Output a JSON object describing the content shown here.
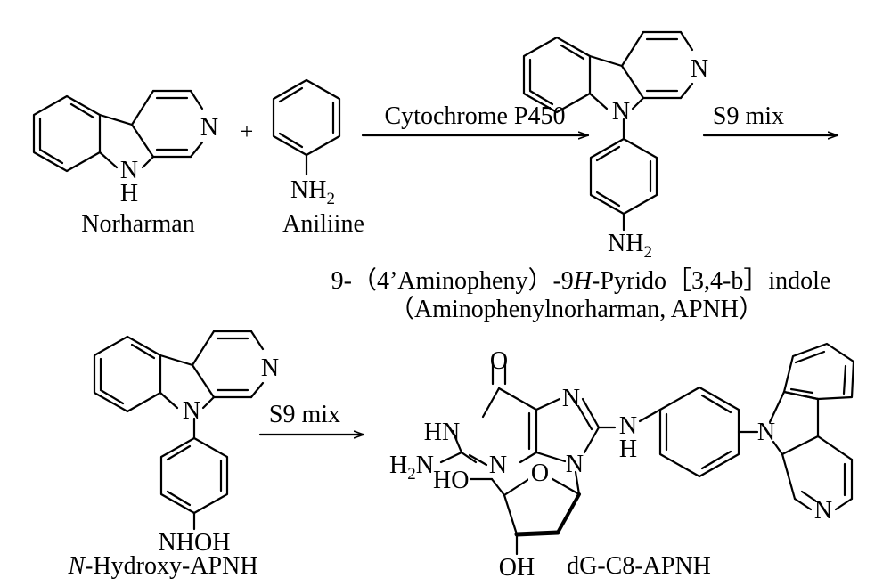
{
  "compounds": {
    "norharman": {
      "name": "Norharman",
      "atom_n": "N",
      "atom_nh_n": "N",
      "atom_nh_h": "H"
    },
    "aniline": {
      "name": "Aniliine",
      "amine": "NH",
      "amine_sub": "2"
    },
    "apnh": {
      "atom_n": "N",
      "atom_ring_n": "N",
      "amine": "NH",
      "amine_sub": "2",
      "name_prefix": "9-（4’Aminopheny）-9",
      "name_h": "H",
      "name_suffix": "-Pyrido［3,4-b］indole",
      "name_line2": "（Aminophenylnorharman, APNH）"
    },
    "n_hydroxy_apnh": {
      "atom_n": "N",
      "atom_ring_n": "N",
      "group": "NHOH",
      "name_italic": "N",
      "name_rest": "-Hydroxy-APNH"
    },
    "dg_c8_apnh": {
      "name": "dG-C8-APNH",
      "oxo": "O",
      "hn": "HN",
      "h2n_h": "H",
      "h2n_sub": "2",
      "h2n_n": "N",
      "n3": "N",
      "n7": "N",
      "n9": "N",
      "nh_n": "N",
      "nh_h": "H",
      "ring_o": "O",
      "ho": "HO",
      "oh": "OH",
      "carbazole_n": "N",
      "pyridine_n": "N"
    }
  },
  "operators": {
    "plus": "+"
  },
  "arrows": {
    "step1": "Cytochrome P450",
    "step2": "S9 mix",
    "step3": "S9 mix"
  }
}
